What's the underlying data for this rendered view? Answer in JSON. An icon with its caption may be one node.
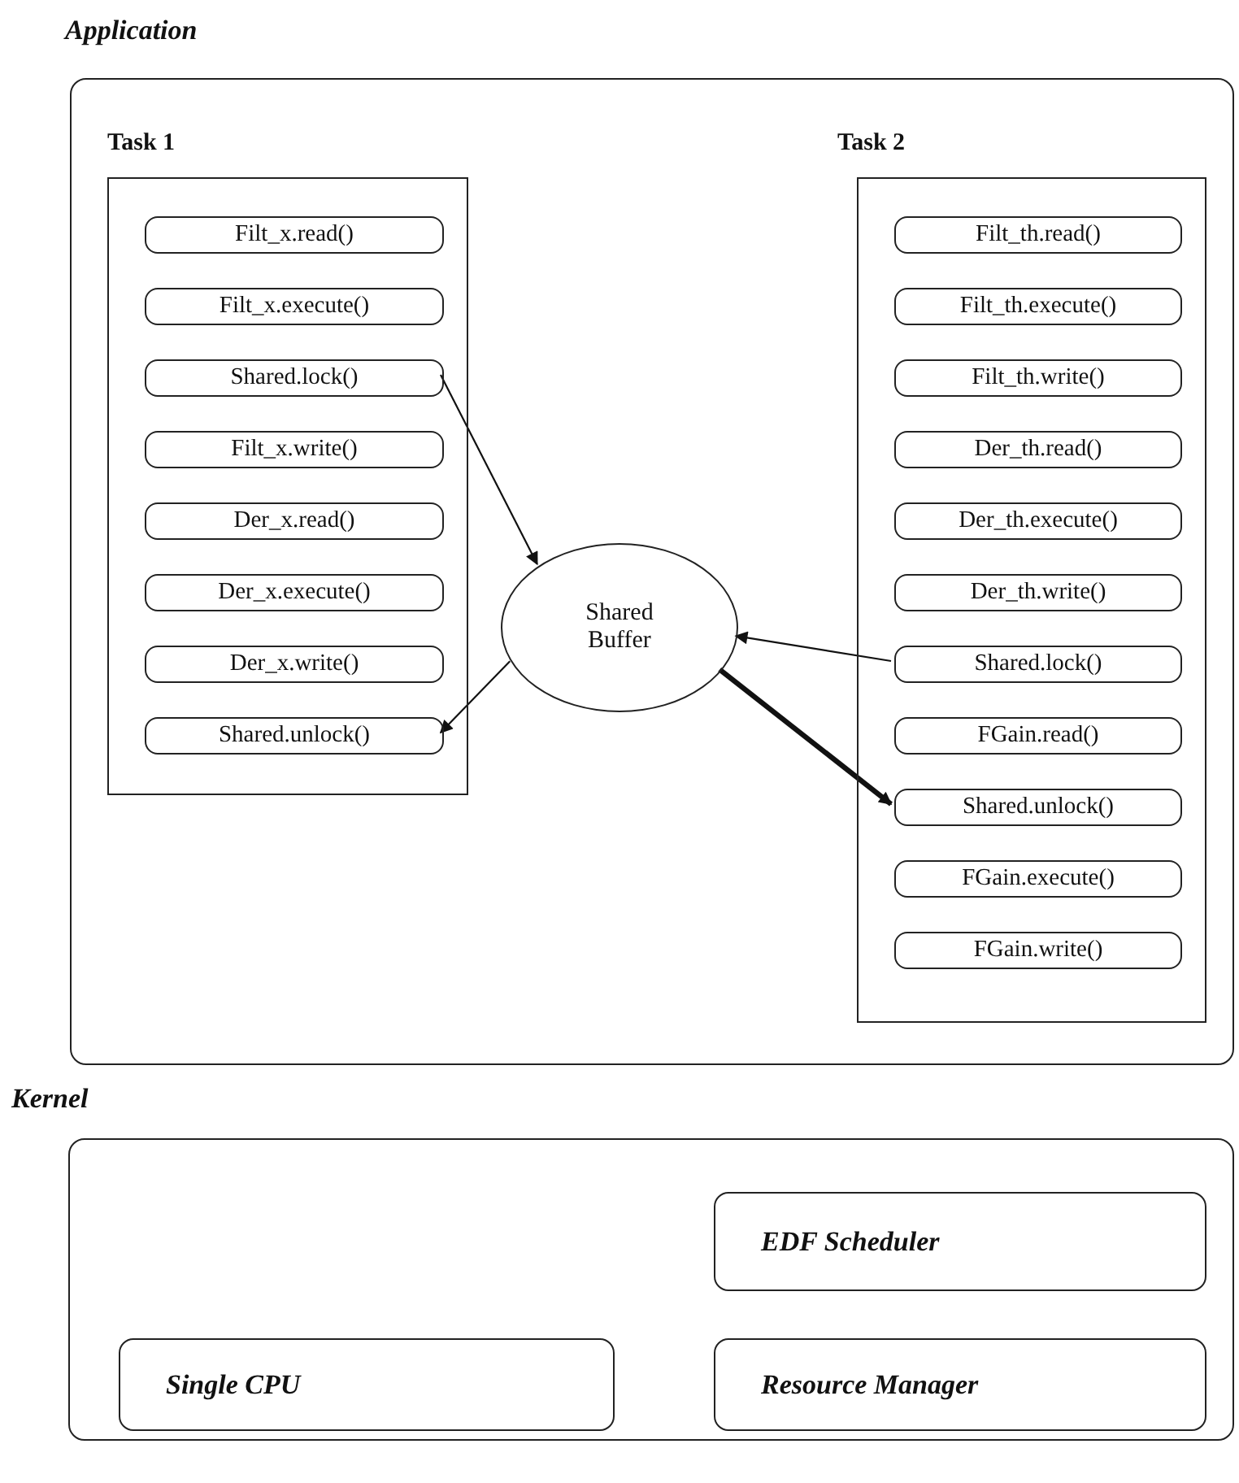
{
  "diagram": {
    "nodes": [
      {
        "text": [
          "Application"
        ]
      },
      {
        "text": [
          "Task 1"
        ],
        "in": 0
      },
      {
        "text": [
          "Filt_x.read()"
        ],
        "in": 1
      },
      {
        "text": [
          "Filt_x.execute()"
        ],
        "in": 1
      },
      {
        "text": [
          "Shared.lock()"
        ],
        "in": 1
      },
      {
        "text": [
          "Filt_x.write()"
        ],
        "in": 1
      },
      {
        "text": [
          "Der_x.read()"
        ],
        "in": 1
      },
      {
        "text": [
          "Der_x.execute()"
        ],
        "in": 1
      },
      {
        "text": [
          "Der_x.write()"
        ],
        "in": 1
      },
      {
        "text": [
          "Shared.unlock()"
        ],
        "in": 1
      },
      {
        "text": [
          "Task 2"
        ],
        "in": 0
      },
      {
        "text": [
          "Filt_th.read()"
        ],
        "in": 10
      },
      {
        "text": [
          "Filt_th.execute()"
        ],
        "in": 10
      },
      {
        "text": [
          "Filt_th.write()"
        ],
        "in": 10
      },
      {
        "text": [
          "Der_th.read()"
        ],
        "in": 10
      },
      {
        "text": [
          "Der_th.execute()"
        ],
        "in": 10
      },
      {
        "text": [
          "Der_th.write()"
        ],
        "in": 10
      },
      {
        "text": [
          "Shared.lock()"
        ],
        "in": 10
      },
      {
        "text": [
          "FGain.read()"
        ],
        "in": 10
      },
      {
        "text": [
          "Shared.unlock()"
        ],
        "in": 10
      },
      {
        "text": [
          "FGain.execute()"
        ],
        "in": 10
      },
      {
        "text": [
          "FGain.write()"
        ],
        "in": 10
      },
      {
        "text": [
          "Shared Buffer"
        ],
        "in": 0
      },
      {
        "text": [
          "Kernel"
        ]
      },
      {
        "text": [
          "EDF Scheduler"
        ],
        "in": 23
      },
      {
        "text": [
          "Single CPU"
        ],
        "in": 23
      },
      {
        "text": [
          "Resource Manager"
        ],
        "in": 23
      }
    ],
    "edges": [
      {
        "from": 4,
        "to": 22,
        "arrow": "to"
      },
      {
        "from": 22,
        "to": 9,
        "arrow": "to"
      },
      {
        "from": 17,
        "to": 22,
        "arrow": "to"
      },
      {
        "from": 22,
        "to": 19,
        "arrow": "to",
        "style": "thick"
      }
    ]
  }
}
